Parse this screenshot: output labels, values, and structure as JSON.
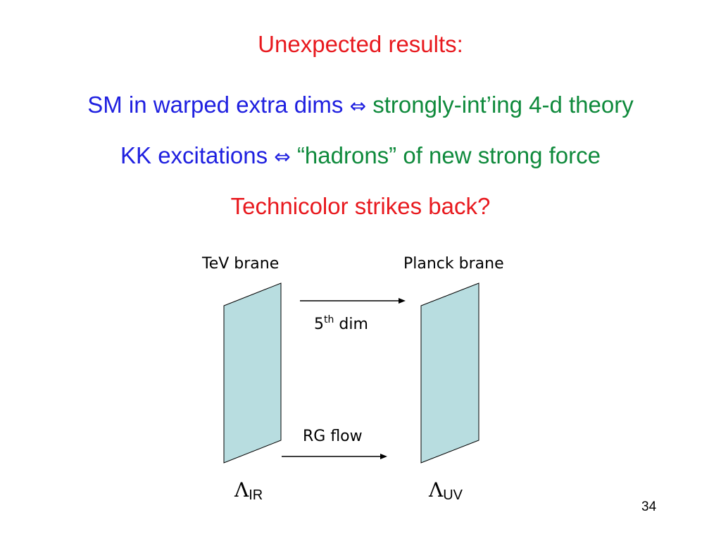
{
  "slide": {
    "title": "Unexpected results:",
    "row1": {
      "left": "SM in warped extra dims",
      "symbol": "⇔",
      "right": "strongly-int’ing 4-d theory"
    },
    "row2": {
      "left": "KK excitations",
      "symbol": "⇔",
      "right": "“hadrons” of new strong force"
    },
    "row3": "Technicolor strikes back?",
    "page_number": "34"
  },
  "diagram": {
    "tev_brane": "TeV brane",
    "planck_brane": "Planck brane",
    "dim_base": "5",
    "dim_sup": "th",
    "dim_word": "dim",
    "rg_flow": "RG flow",
    "lambda_symbol": "Λ",
    "ir_sub": "IR",
    "uv_sub": "UV"
  },
  "colors": {
    "red": "#e8191e",
    "blue": "#1f20e0",
    "green": "#0f8a3c",
    "brane_fill": "#b8dde0",
    "stroke": "#000000"
  }
}
